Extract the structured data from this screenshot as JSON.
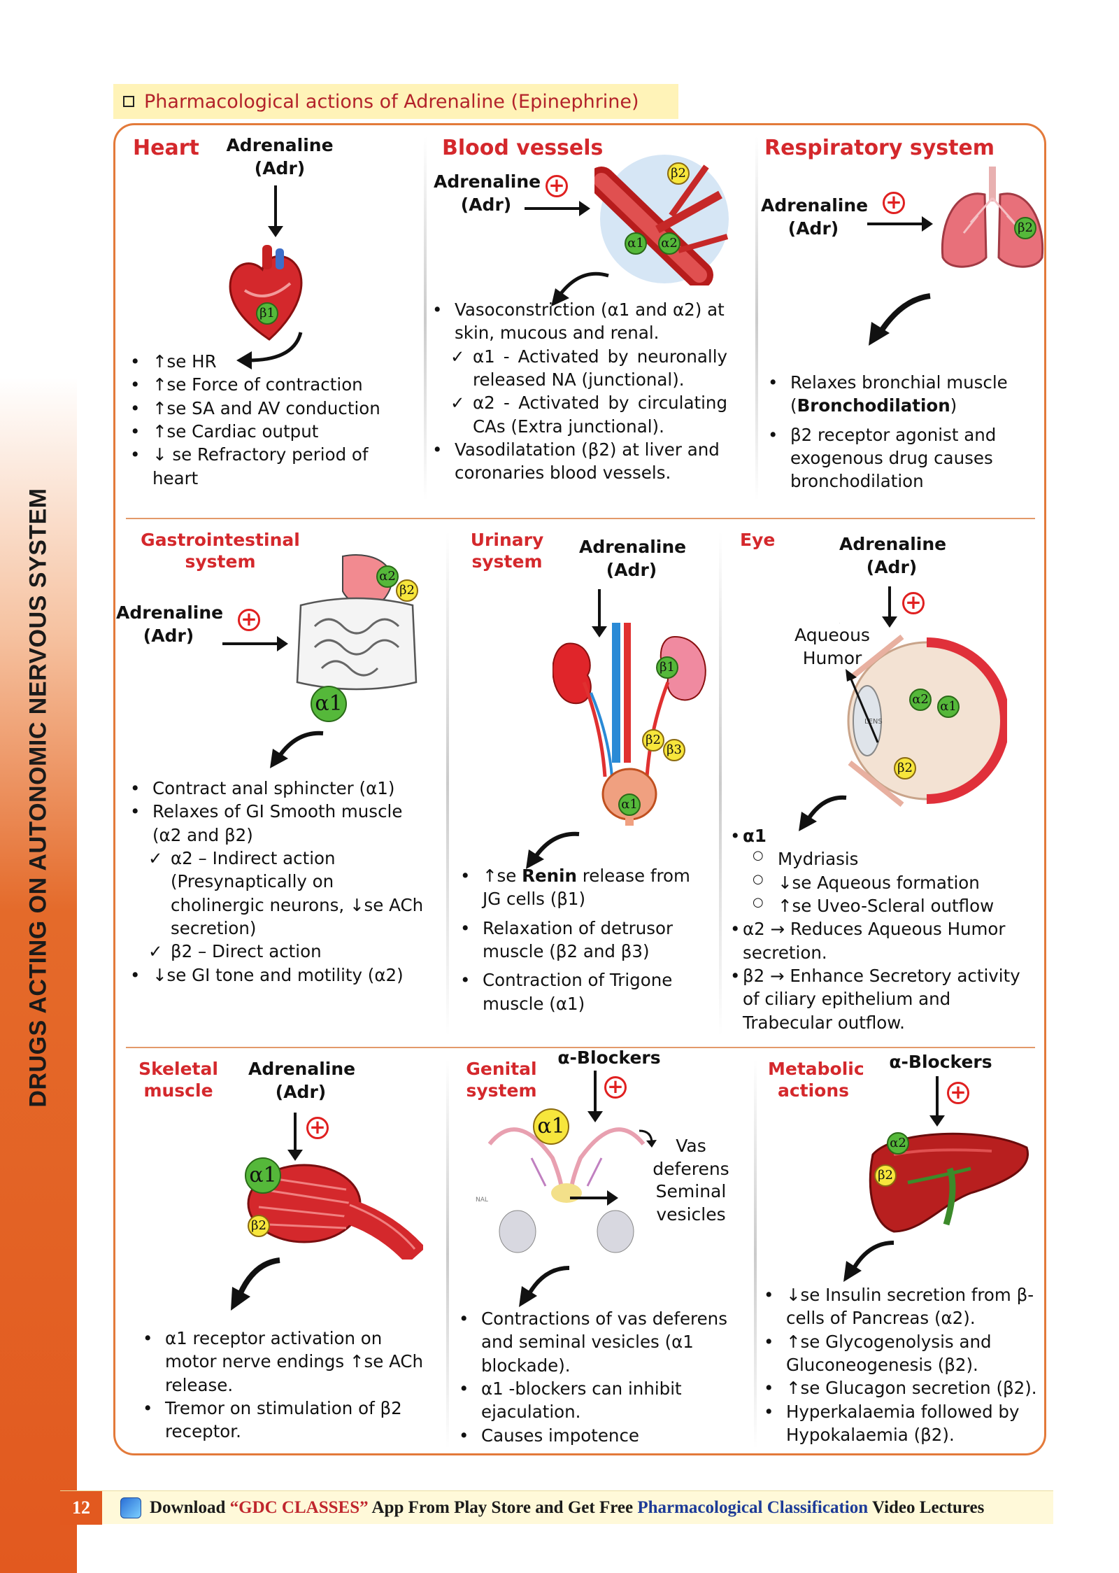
{
  "sidebar_title": "DRUGS ACTING ON AUTONOMIC NERVOUS SYSTEM",
  "section_title": "Pharmacological actions of Adrenaline (Epinephrine)",
  "cells": {
    "heart": {
      "heading": "Heart",
      "drug": [
        "Adrenaline",
        "(Adr)"
      ],
      "receptors": [
        "β1"
      ],
      "bullets": [
        "↑se HR",
        "↑se Force of contraction",
        "↑se SA and AV conduction",
        "↑se Cardiac output",
        "↓ se Refractory period of heart"
      ]
    },
    "blood_vessels": {
      "heading": "Blood vessels",
      "drug": [
        "Adrenaline",
        "(Adr)"
      ],
      "receptors": [
        "β2",
        "α1",
        "α2"
      ],
      "bullets": [
        "Vasoconstriction (α1 and α2) at skin, mucous and renal.",
        "α1 - Activated by neuronally released NA (junctional).",
        "α2 - Activated by circulating CAs (Extra junctional).",
        "Vasodilatation (β2) at liver and coronaries blood vessels."
      ]
    },
    "respiratory": {
      "heading": "Respiratory system",
      "drug": [
        "Adrenaline",
        "(Adr)"
      ],
      "receptors": [
        "β2"
      ],
      "bullets_html": [
        "Relaxes bronchial muscle (<b>Bronchodilation</b>)",
        "β2 receptor agonist and exogenous drug causes bronchodilation"
      ]
    },
    "gi": {
      "heading": [
        "Gastrointestinal",
        "system"
      ],
      "drug": [
        "Adrenaline",
        "(Adr)"
      ],
      "receptors": [
        "α2",
        "β2",
        "α1"
      ],
      "bullets": [
        "Contract anal sphincter (α1)",
        "Relaxes of GI Smooth muscle (α2 and β2)",
        "α2 – Indirect action (Presynaptically on cholinergic neurons, ↓se ACh secretion)",
        "β2 – Direct action",
        "↓se GI tone and motility (α2)"
      ]
    },
    "urinary": {
      "heading": [
        "Urinary",
        "system"
      ],
      "drug": [
        "Adrenaline",
        "(Adr)"
      ],
      "receptors": [
        "β1",
        "β2",
        "β3",
        "α1"
      ],
      "bullets_html": [
        "↑se <b>Renin</b> release from JG cells (β1)",
        "Relaxation of detrusor muscle (β2 and β3)",
        "Contraction of Trigone muscle (α1)"
      ]
    },
    "eye": {
      "heading": "Eye",
      "drug": [
        "Adrenaline",
        "(Adr)"
      ],
      "aqueous_label": [
        "Aqueous",
        "Humor"
      ],
      "lens_label": "LENS",
      "receptors": [
        "α2",
        "α1",
        "β2"
      ],
      "a1_label": "α1",
      "a1_items": [
        "Mydriasis",
        "↓se Aqueous formation",
        "↑se Uveo-Scleral outflow"
      ],
      "a2_text": "α2 → Reduces Aqueous Humor secretion.",
      "b2_text": "β2 → Enhance Secretory activity of ciliary epithelium and Trabecular outflow."
    },
    "skeletal": {
      "heading": [
        "Skeletal",
        "muscle"
      ],
      "drug": [
        "Adrenaline",
        "(Adr)"
      ],
      "receptors": [
        "α1",
        "β2"
      ],
      "bullets": [
        "α1 receptor activation on motor nerve endings ↑se ACh release.",
        "Tremor on stimulation of β2 receptor."
      ]
    },
    "genital": {
      "heading": [
        "Genital",
        "system"
      ],
      "drug": "α-Blockers",
      "receptors": [
        "α1"
      ],
      "labels": [
        "Vas",
        "deferens",
        "Seminal",
        "vesicles"
      ],
      "nal_label": "NAL",
      "bullets": [
        "Contractions of vas deferens and seminal vesicles (α1 blockade).",
        "α1 -blockers can inhibit ejaculation.",
        "Causes impotence"
      ]
    },
    "metabolic": {
      "heading": [
        "Metabolic",
        "actions"
      ],
      "drug": "α-Blockers",
      "receptors": [
        "α2",
        "β2"
      ],
      "bullets": [
        "↓se Insulin secretion from β-cells of Pancreas (α2).",
        "↑se Glycogenolysis and Gluconeogenesis (β2).",
        "↑se Glucagon secretion (β2).",
        "Hyperkalaemia followed by Hypokalaemia (β2)."
      ]
    }
  },
  "footer": {
    "page_number": "12",
    "pre": "Download",
    "app": "“GDC CLASSES”",
    "mid": "App From Play Store and Get Free",
    "link": "Pharmacological Classification",
    "post": "Video Lectures"
  },
  "colors": {
    "accent": "#e2591f",
    "heading_red": "#d4282c",
    "title_bg": "#fff3b8",
    "frame": "#e37a3a"
  }
}
